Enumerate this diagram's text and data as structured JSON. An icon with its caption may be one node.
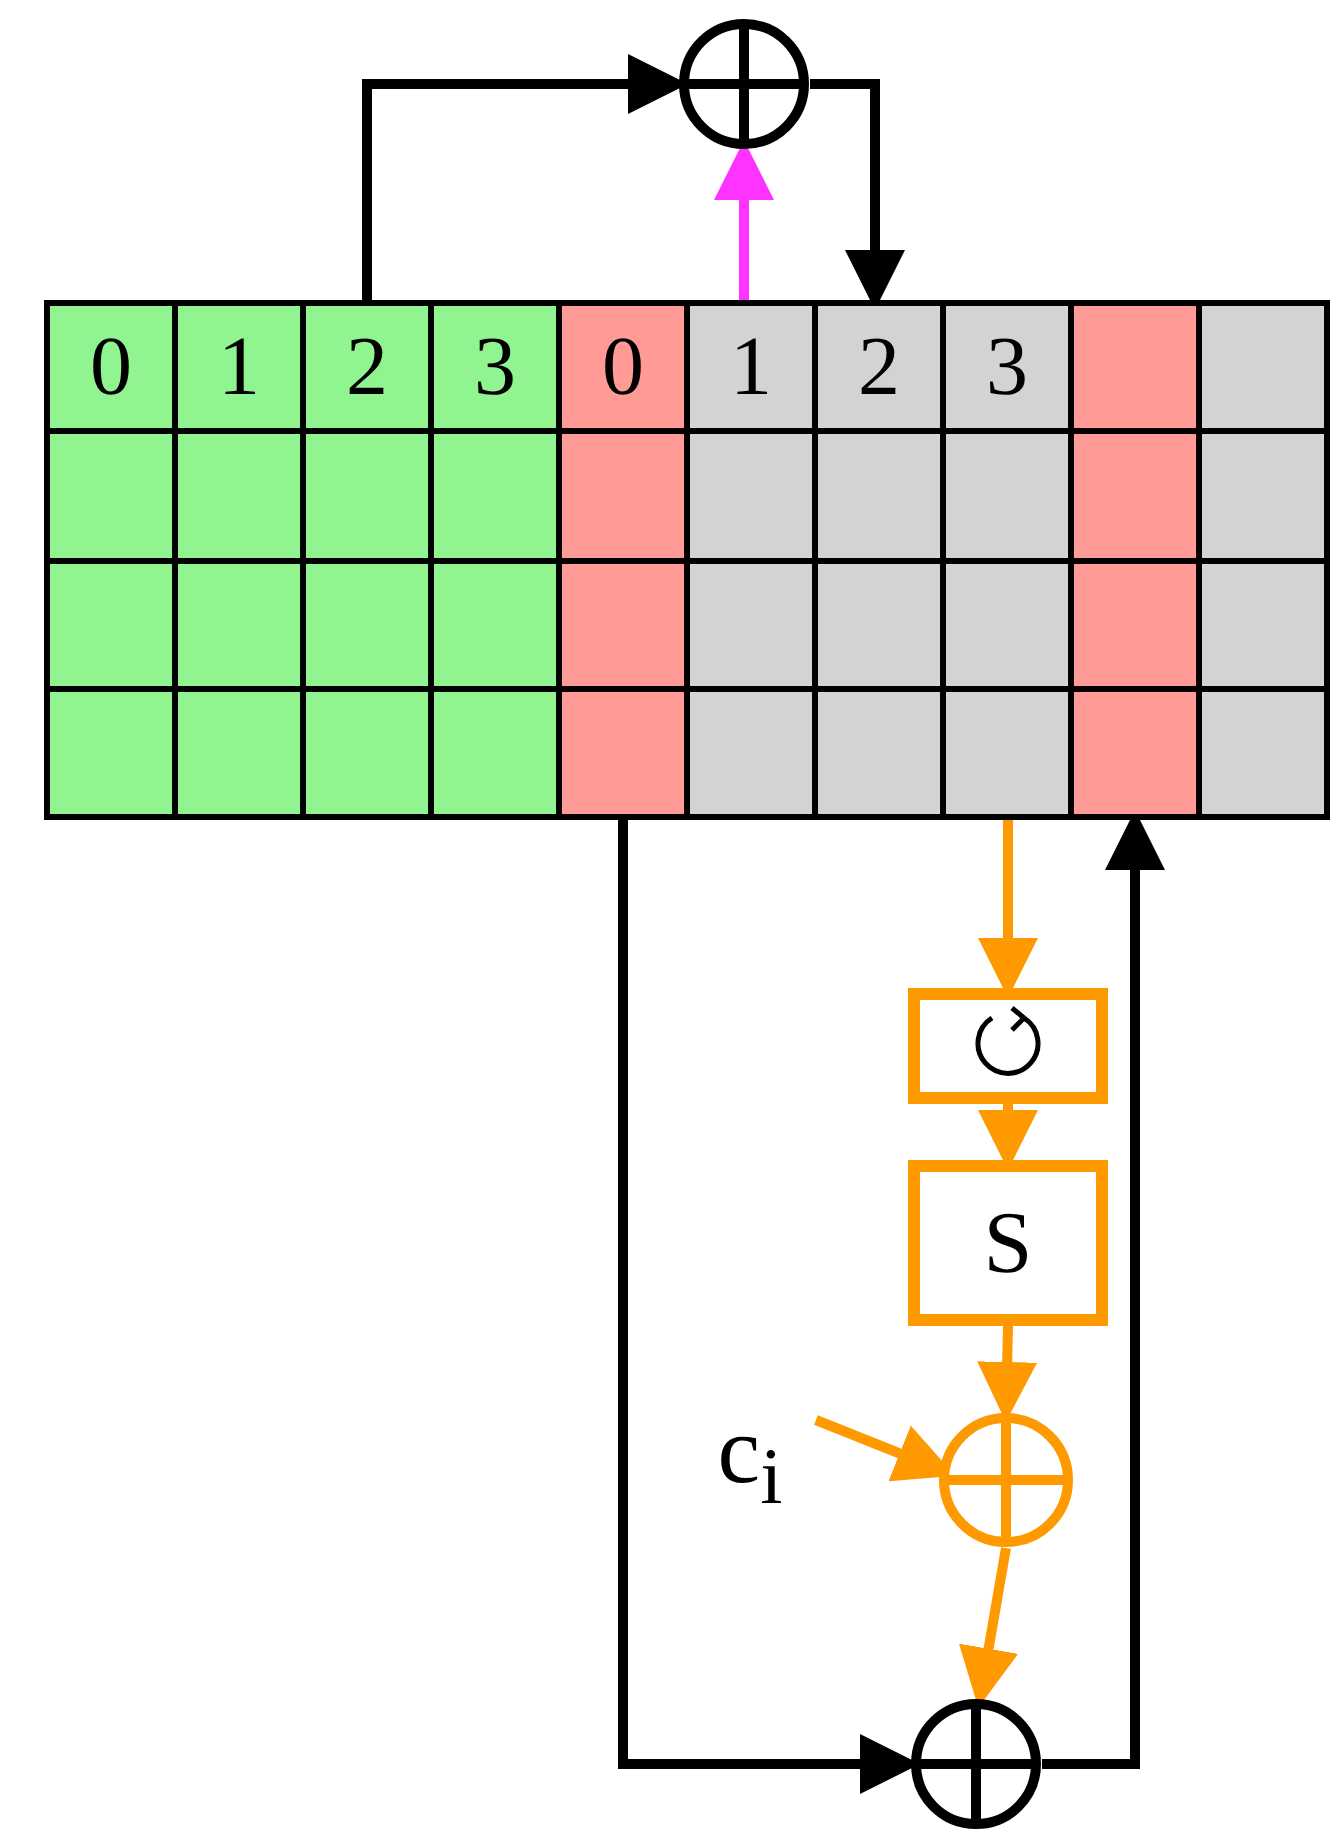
{
  "diagram": {
    "nodes": [
      {
        "text": [
          "0"
        ]
      },
      {
        "text": [
          "1"
        ]
      },
      {
        "text": [
          "2"
        ]
      },
      {
        "text": [
          "3"
        ]
      },
      {
        "text": [
          "0"
        ]
      },
      {
        "text": [
          "1"
        ]
      },
      {
        "text": [
          "2"
        ]
      },
      {
        "text": [
          "3"
        ]
      },
      {
        "text": [],
        "shape": "box"
      },
      {
        "text": [],
        "shape": "box"
      },
      {
        "text": [],
        "shape": "box"
      },
      {
        "text": [],
        "shape": "box"
      },
      {
        "text": [],
        "shape": "box"
      },
      {
        "text": [],
        "shape": "box"
      },
      {
        "text": [],
        "shape": "box"
      },
      {
        "text": [],
        "shape": "box"
      },
      {
        "text": [],
        "shape": "box"
      },
      {
        "text": [],
        "shape": "box"
      },
      {
        "text": [],
        "shape": "box"
      },
      {
        "text": [],
        "shape": "box"
      },
      {
        "text": [],
        "shape": "box"
      },
      {
        "text": [],
        "shape": "box"
      },
      {
        "text": [],
        "shape": "box"
      },
      {
        "text": [],
        "shape": "box"
      },
      {
        "text": [],
        "shape": "box"
      },
      {
        "text": [],
        "shape": "box"
      },
      {
        "text": [],
        "shape": "box"
      },
      {
        "text": [],
        "shape": "box"
      },
      {
        "text": [],
        "shape": "box"
      },
      {
        "text": [],
        "shape": "box"
      },
      {
        "text": [],
        "shape": "box"
      },
      {
        "text": [],
        "shape": "box"
      },
      {
        "text": [],
        "shape": "box"
      },
      {
        "text": [],
        "shape": "box"
      },
      {
        "text": [],
        "shape": "box"
      },
      {
        "text": [],
        "shape": "box"
      },
      {
        "text": [],
        "shape": "box"
      },
      {
        "text": [],
        "shape": "box"
      },
      {
        "text": [],
        "shape": "box"
      },
      {
        "text": [],
        "shape": "box"
      },
      {
        "text": [],
        "shape": "circle"
      },
      {
        "text": [],
        "shape": "box"
      },
      {
        "text": [
          "S"
        ]
      },
      {
        "text": [
          "c$_{i}$"
        ]
      },
      {
        "text": [],
        "shape": "circle"
      },
      {
        "text": [],
        "shape": "circle"
      }
    ],
    "edges": [
      {
        "from": 2,
        "to": 40,
        "arrow": "to",
        "color": "#000000"
      },
      {
        "from": 5,
        "to": 40,
        "arrow": "to",
        "color": "#ff33ff"
      },
      {
        "from": 40,
        "to": 6,
        "arrow": "to",
        "color": "#000000"
      },
      {
        "from": 37,
        "to": 41,
        "arrow": "to",
        "color": "#ff9900"
      },
      {
        "from": 41,
        "to": 42,
        "arrow": "to",
        "color": "#ff9900"
      },
      {
        "from": 42,
        "to": 44,
        "arrow": "to",
        "color": "#ff9900"
      },
      {
        "from": 43,
        "to": 44,
        "arrow": "to",
        "color": "#ff9900"
      },
      {
        "from": 44,
        "to": 45,
        "arrow": "to",
        "color": "#ff9900"
      },
      {
        "from": 34,
        "to": 45,
        "arrow": "to",
        "color": "#000000"
      },
      {
        "from": 45,
        "to": 38,
        "arrow": "to",
        "color": "#000000"
      }
    ]
  }
}
